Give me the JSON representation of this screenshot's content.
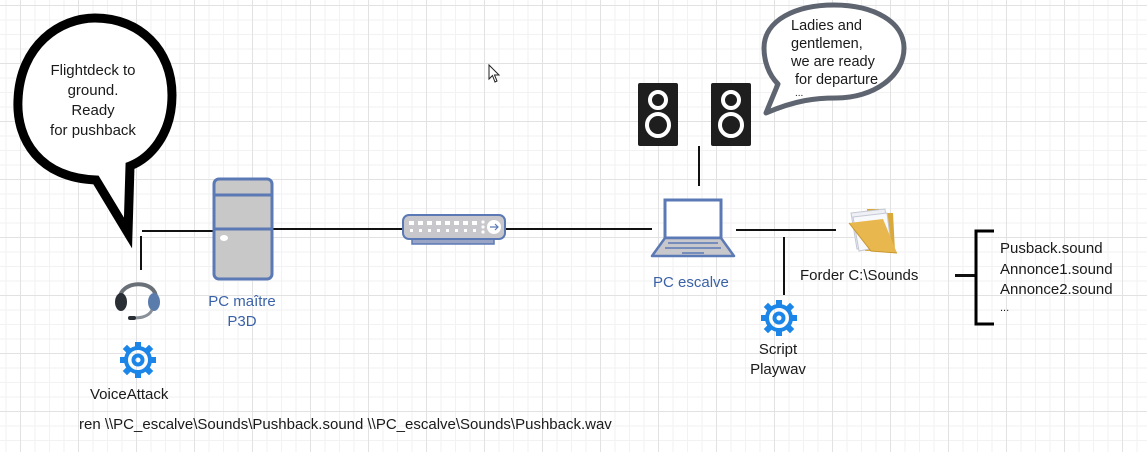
{
  "diagram": {
    "bubble_left": {
      "lines": [
        "Flightdeck to",
        "ground.",
        "Ready",
        "for pushback"
      ]
    },
    "bubble_right": {
      "lines": [
        "Ladies and",
        "gentlemen,",
        "we are ready",
        " for departure",
        "..."
      ]
    },
    "nodes": {
      "headset": {
        "icon": "headset-icon"
      },
      "voiceattack": {
        "icon": "gear-icon",
        "label": "VoiceAttack"
      },
      "pc_master": {
        "icon": "server-tower-icon",
        "label_lines": [
          "PC maître",
          "P3D"
        ]
      },
      "switch": {
        "icon": "network-switch-icon"
      },
      "speakers": {
        "icon": "speaker-icon",
        "count": 2
      },
      "pc_slave": {
        "icon": "laptop-icon",
        "label": "PC escalve"
      },
      "script": {
        "icon": "gear-icon",
        "label_lines": [
          "Script",
          "Playwav"
        ]
      },
      "folder": {
        "icon": "folder-icon",
        "label": "Forder C:\\Sounds"
      },
      "file_list": {
        "items": [
          "Pusback.sound",
          "Annonce1.sound",
          "Annonce2.sound",
          "..."
        ]
      }
    },
    "command": "ren \\\\PC_escalve\\Sounds\\Pushback.sound \\\\PC_escalve\\Sounds\\Pushback.wav",
    "colors": {
      "node_blue": "#3a62a8",
      "device_fill": "#c8c8c8",
      "gear_blue": "#1b86e8",
      "bubble_right_stroke": "#5e6470",
      "folder_yellow": "#e8b84e"
    }
  }
}
